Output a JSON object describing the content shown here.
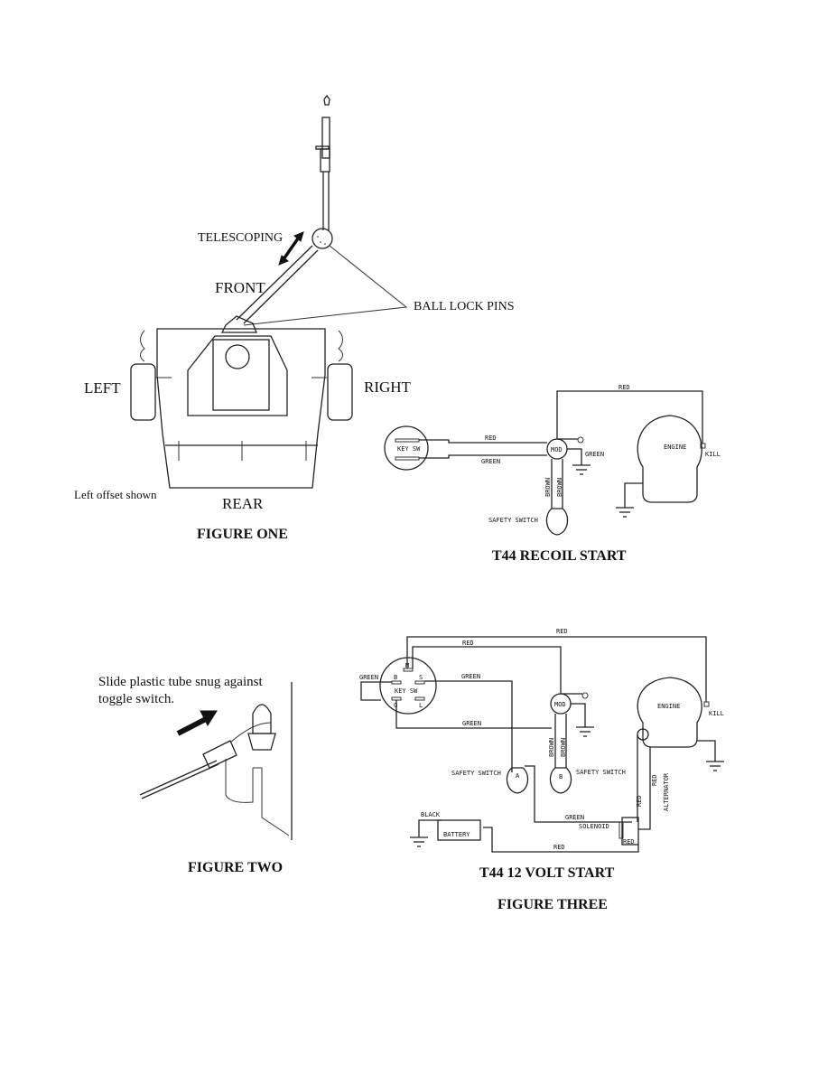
{
  "figure_one": {
    "caption": "FIGURE ONE",
    "labels": {
      "telescoping": "TELESCOPING",
      "front": "FRONT",
      "ball_lock_pins": "BALL LOCK PINS",
      "left": "LEFT",
      "right": "RIGHT",
      "rear": "REAR",
      "note": "Left offset shown"
    }
  },
  "figure_two": {
    "caption": "FIGURE TWO",
    "instruction_line1": "Slide plastic tube snug against",
    "instruction_line2": "toggle switch."
  },
  "recoil_diagram": {
    "title": "T44 RECOIL START",
    "key_switch": "KEY SW",
    "module": "MOD",
    "engine": "ENGINE",
    "kill": "KILL",
    "safety_switch": "SAFETY SWITCH",
    "wires": {
      "red_top": "RED",
      "red": "RED",
      "green": "GREEN",
      "green_ground": "GREEN",
      "brown1": "BROWN",
      "brown2": "BROWN"
    }
  },
  "volt_diagram": {
    "title": "T44 12 VOLT START",
    "caption": "FIGURE THREE",
    "key_switch": "KEY SW",
    "terminals": {
      "m": "M",
      "b": "B",
      "s": "S",
      "g": "G",
      "l": "L"
    },
    "module": "MOD",
    "engine": "ENGINE",
    "kill": "KILL",
    "safety_switch_a": "SAFETY SWITCH",
    "safety_switch_a_mark": "A",
    "safety_switch_b": "SAFETY SWITCH",
    "safety_switch_b_mark": "B",
    "battery": "BATTERY",
    "solenoid": "SOLENOID",
    "alternator": "ALTERNATOR",
    "wires": {
      "red_top": "RED",
      "red_second": "RED",
      "green_left": "GREEN",
      "green_s": "GREEN",
      "green_g": "GREEN",
      "green_solenoid": "GREEN",
      "black": "BLACK",
      "red_battery": "RED",
      "red_solenoid": "RED",
      "red_vertical": "RED",
      "red_alternator": "RED",
      "brown1": "BROWN",
      "brown2": "BROWN"
    }
  }
}
